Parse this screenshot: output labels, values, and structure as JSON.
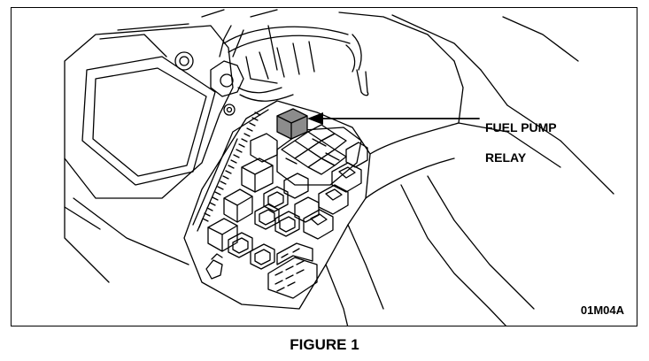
{
  "callout": {
    "label_line1": "FUEL PUMP",
    "label_line2": "RELAY"
  },
  "figure_id": "01M04A",
  "caption": "FIGURE 1",
  "colors": {
    "relay_highlight": "#8c8c8c",
    "line": "#000000",
    "background": "#ffffff"
  }
}
